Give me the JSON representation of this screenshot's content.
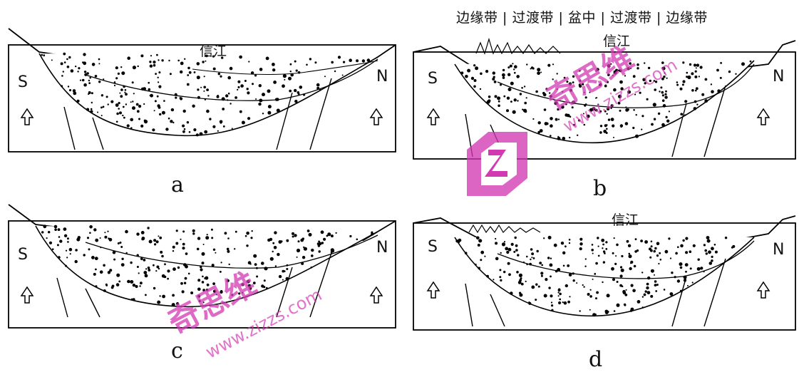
{
  "zone_labels": "边缘带 | 过渡带 | 盆中 | 过渡带 | 边缘带",
  "panels": [
    {
      "id": "a",
      "caption": "a",
      "south": "S",
      "north": "N",
      "river": "信江"
    },
    {
      "id": "b",
      "caption": "b",
      "south": "S",
      "north": "N",
      "river": "信江"
    },
    {
      "id": "c",
      "caption": "c",
      "south": "S",
      "north": "N",
      "river": ""
    },
    {
      "id": "d",
      "caption": "d",
      "south": "S",
      "north": "N",
      "river": "信江"
    }
  ],
  "watermark": {
    "text": "奇思维",
    "url": "www.zizzs.com",
    "color": "#d23ab4"
  }
}
